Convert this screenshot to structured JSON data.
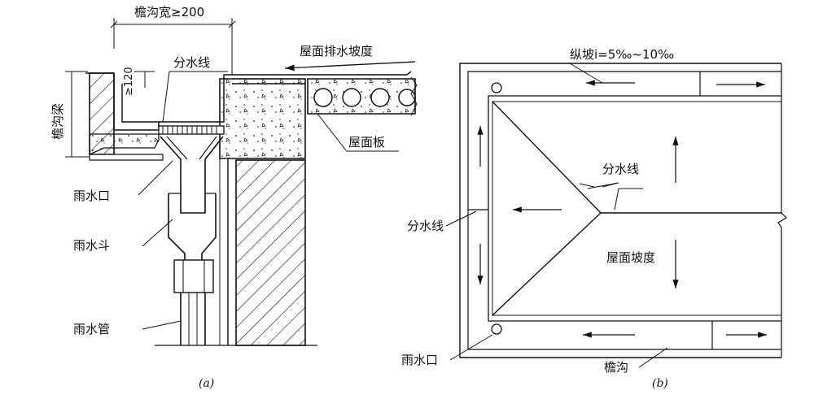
{
  "figure_a": {
    "caption": "(a)",
    "dim_gutter_width": "檐沟宽≥200",
    "dim_120": "≥120",
    "gutter_beam": "檐沟梁",
    "divide_line": "分水线",
    "roof_slope": "屋面排水坡度",
    "roof_slab": "屋面板",
    "rain_outlet": "雨水口",
    "rain_hopper": "雨水斗",
    "rain_pipe": "雨水管"
  },
  "figure_b": {
    "caption": "(b)",
    "longitudinal_slope": "纵坡i=5‰~10‰",
    "divide_line_top": "分水线",
    "divide_line_left": "分水线",
    "roof_slope": "屋面坡度",
    "rain_outlet": "雨水口",
    "gutter": "檐沟"
  }
}
